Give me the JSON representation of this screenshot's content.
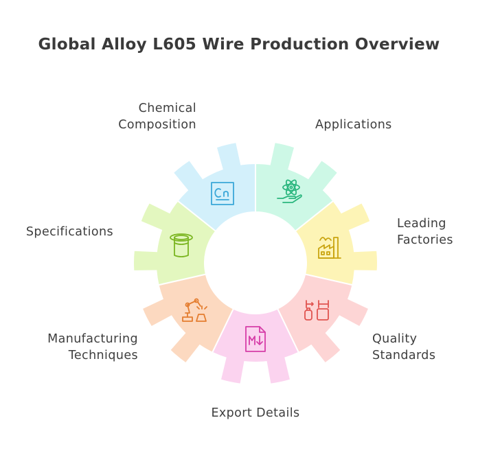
{
  "title": "Global Alloy L605 Wire Production Overview",
  "segments": [
    {
      "key": "chemical",
      "lines": [
        "Chemical",
        "Composition"
      ],
      "icon": "cn-icon",
      "color": "#d3f0fb",
      "stroke": "#3aa7d8"
    },
    {
      "key": "applications",
      "lines": [
        "Applications"
      ],
      "icon": "atom-hand-icon",
      "color": "#cdf8e6",
      "stroke": "#2ab67e"
    },
    {
      "key": "factories",
      "lines": [
        "Leading",
        "Factories"
      ],
      "icon": "factory-icon",
      "color": "#fdf4b6",
      "stroke": "#c9a410"
    },
    {
      "key": "quality",
      "lines": [
        "Quality",
        "Standards"
      ],
      "icon": "measure-icon",
      "color": "#fdd5d5",
      "stroke": "#e0534f"
    },
    {
      "key": "export",
      "lines": [
        "Export Details"
      ],
      "icon": "markdown-doc-icon",
      "color": "#fbd3ef",
      "stroke": "#d63ea8"
    },
    {
      "key": "manufacturing",
      "lines": [
        "Manufacturing",
        "Techniques"
      ],
      "icon": "robot-arm-icon",
      "color": "#fcd9c0",
      "stroke": "#e47d2f"
    },
    {
      "key": "specifications",
      "lines": [
        "Specifications"
      ],
      "icon": "top-hat-icon",
      "color": "#e3f7bf",
      "stroke": "#7ab520"
    }
  ]
}
